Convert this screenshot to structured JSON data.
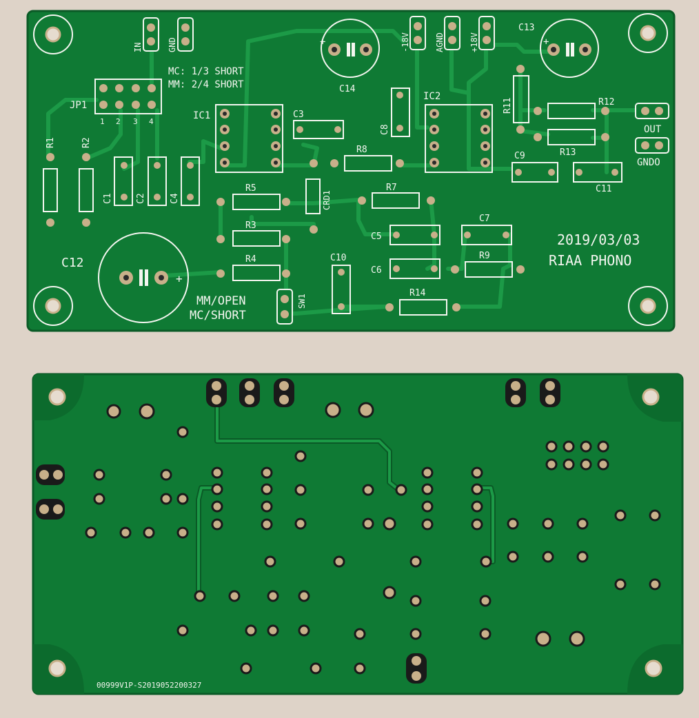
{
  "colors": {
    "background": "#ded3c8",
    "board": "#0f7a34",
    "board_edge": "#0a5a26",
    "trace": "#1c9a47",
    "silkscreen": "#f4f6f0",
    "pad_gold": "#c8b08a",
    "hole": "#2a2a2a"
  },
  "front_board": {
    "date": "2019/03/03",
    "title": "RIAA PHONO",
    "ic_labels": [
      "IC1",
      "IC2"
    ],
    "jumper": {
      "label": "JP1",
      "pins": [
        "1",
        "2",
        "3",
        "4"
      ],
      "note_mc": "MC: 1/3 SHORT",
      "note_mm": "MM: 2/4 SHORT"
    },
    "input_labels": [
      "IN",
      "GND"
    ],
    "power_labels": [
      "-18V",
      "AGND",
      "+18V"
    ],
    "output_labels": [
      "OUT",
      "GNDO"
    ],
    "switch": {
      "label": "SW1",
      "text_top": "MM/OPEN",
      "text_bottom": "MC/SHORT"
    },
    "resistors": [
      "R1",
      "R2",
      "R3",
      "R4",
      "R5",
      "R7",
      "R8",
      "R9",
      "R11",
      "R12",
      "R13",
      "R14"
    ],
    "capacitors": [
      "C1",
      "C2",
      "C3",
      "C4",
      "C5",
      "C6",
      "C7",
      "C8",
      "C9",
      "C10",
      "C11"
    ],
    "electrolytics": [
      "C12",
      "C13",
      "C14"
    ],
    "diode": "CRD1",
    "plus_sign": "+"
  },
  "back_board": {
    "serial": "00999V1P-S2019052200327"
  }
}
